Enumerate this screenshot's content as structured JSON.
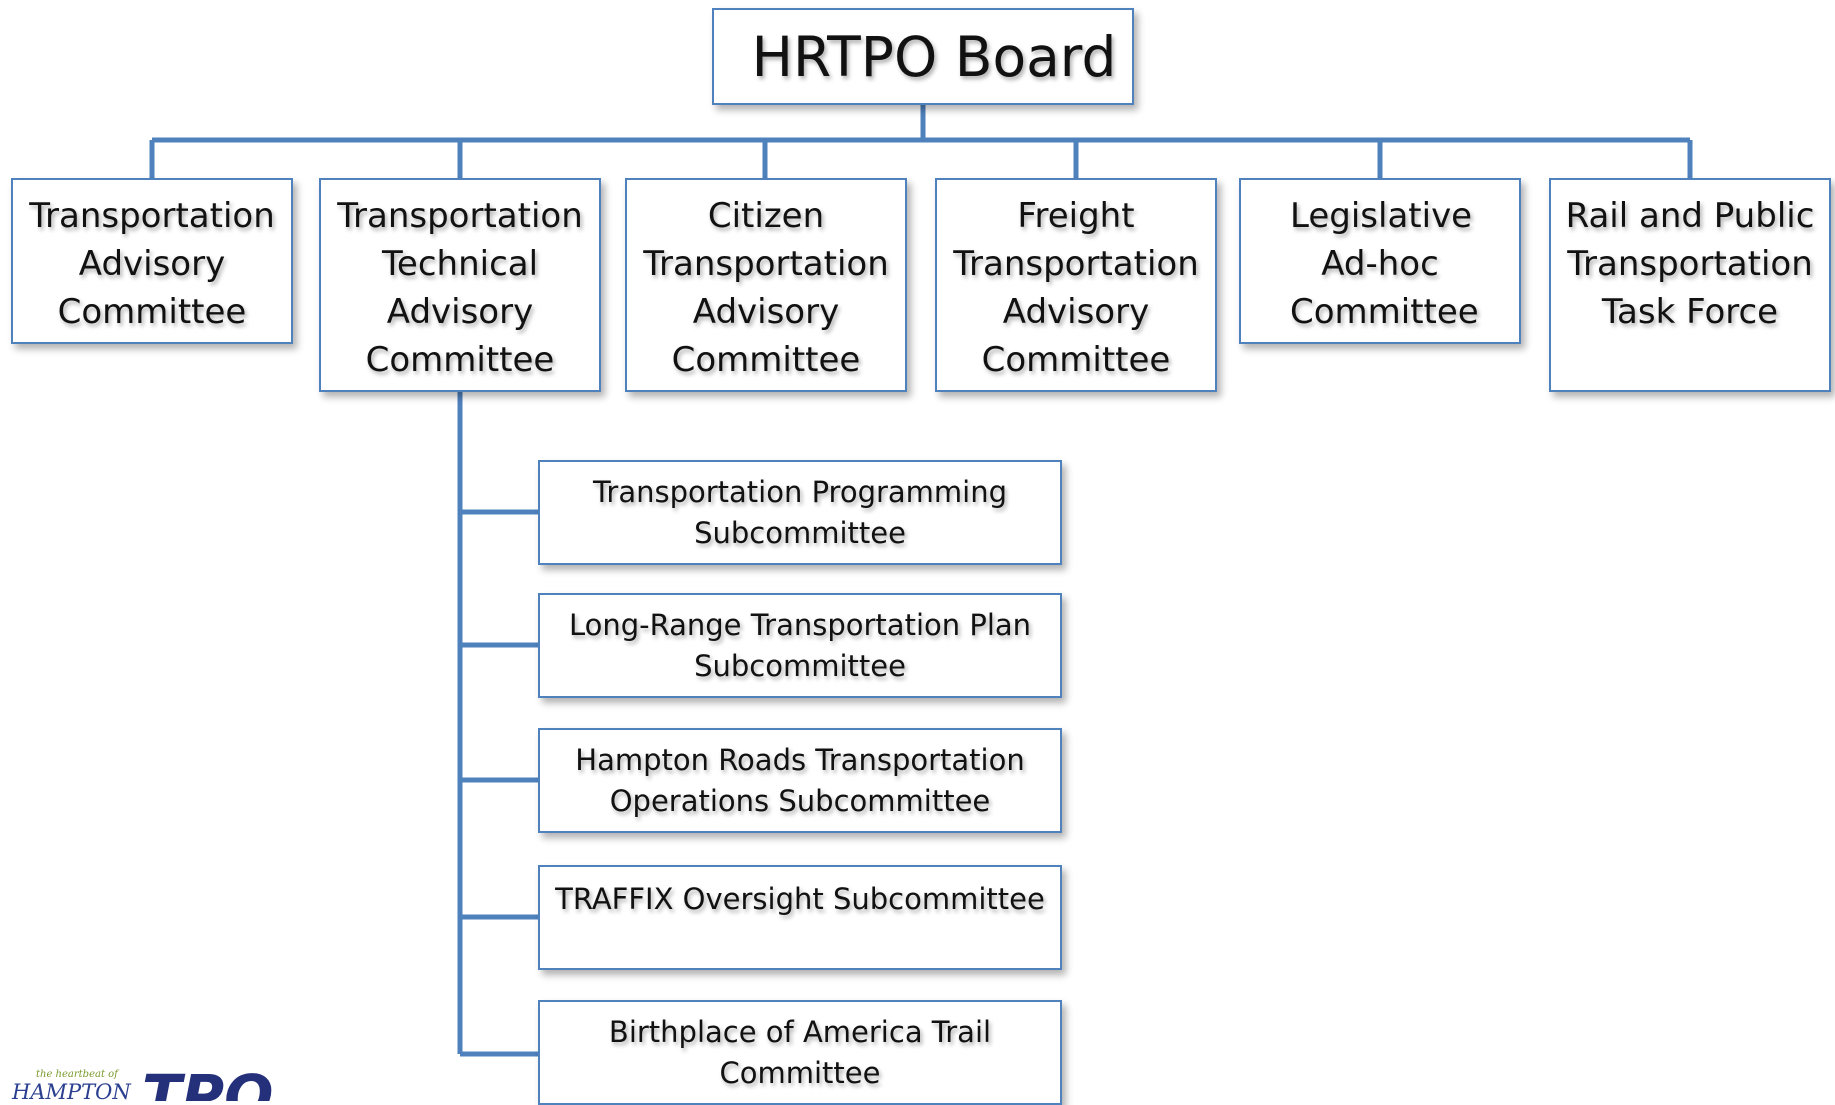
{
  "board": {
    "label": "HRTPO Board"
  },
  "committees": [
    {
      "label": "Transportation Advisory Committee"
    },
    {
      "label": "Transportation Technical Advisory Committee"
    },
    {
      "label": "Citizen Transportation Advisory Committee"
    },
    {
      "label": "Freight Transportation Advisory Committee"
    },
    {
      "label": "Legislative Ad-hoc Committee"
    },
    {
      "label": "Rail and Public Transportation Task Force"
    }
  ],
  "subcommittees": [
    {
      "label": "Transportation Programming Subcommittee"
    },
    {
      "label": "Long-Range Transportation Plan Subcommittee"
    },
    {
      "label": "Hampton Roads Transportation Operations Subcommittee"
    },
    {
      "label": "TRAFFIX Oversight Subcommittee"
    },
    {
      "label": "Birthplace of America Trail Committee"
    }
  ],
  "logo": {
    "tagline": "the heartbeat of",
    "wordmark": "HAMPTON",
    "mark": "TPO"
  },
  "colors": {
    "line": "#4f81bd",
    "box_border": "#4f81bd"
  }
}
